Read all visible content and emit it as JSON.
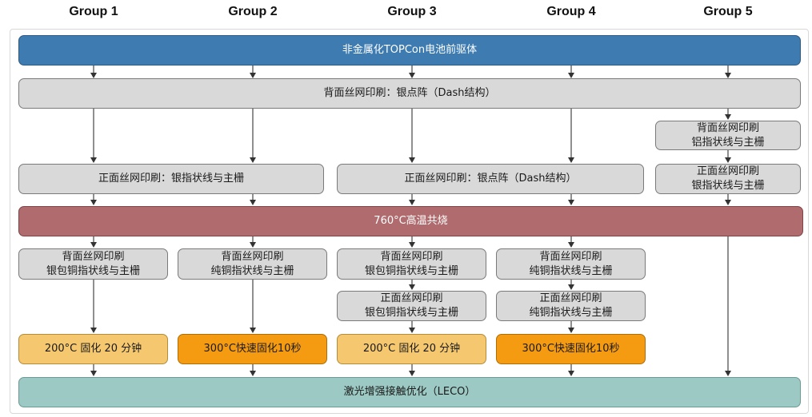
{
  "groups": [
    "Group 1",
    "Group 2",
    "Group 3",
    "Group 4",
    "Group 5"
  ],
  "steps": {
    "precursor": "非金属化TOPCon电池前驱体",
    "rear_print_ag_dots": "背面丝网印刷：银点阵（Dash结构）",
    "g5_rear_al_line1": "背面丝网印刷",
    "g5_rear_al_line2": "铝指状线与主栅",
    "g5_front_ag_line1": "正面丝网印刷",
    "g5_front_ag_line2": "银指状线与主栅",
    "front_ag_fingers_g12": "正面丝网印刷：银指状线与主栅",
    "front_ag_dots_g34": "正面丝网印刷：银点阵（Dash结构）",
    "cofire": "760°C高温共烧",
    "g1_rear_line1": "背面丝网印刷",
    "g1_rear_line2": "银包铜指状线与主栅",
    "g2_rear_line1": "背面丝网印刷",
    "g2_rear_line2": "纯铜指状线与主栅",
    "g3_rear_line1": "背面丝网印刷",
    "g3_rear_line2": "银包铜指状线与主栅",
    "g4_rear_line1": "背面丝网印刷",
    "g4_rear_line2": "纯铜指状线与主栅",
    "g3_front_line1": "正面丝网印刷",
    "g3_front_line2": "银包铜指状线与主栅",
    "g4_front_line1": "正面丝网印刷",
    "g4_front_line2": "纯铜指状线与主栅",
    "g1_cure": "200°C 固化 20 分钟",
    "g2_cure": "300°C快速固化10秒",
    "g3_cure": "200°C 固化 20 分钟",
    "g4_cure": "300°C快速固化10秒",
    "leco": "激光增强接触优化（LECO）"
  },
  "colors": {
    "precursor": "#3d7bb0",
    "neutral_step": "#d9d9d9",
    "cofire": "#b06b6e",
    "cure_200": "#f5c870",
    "cure_300": "#f59b12",
    "leco": "#9cc9c4",
    "arrow": "#333333"
  }
}
